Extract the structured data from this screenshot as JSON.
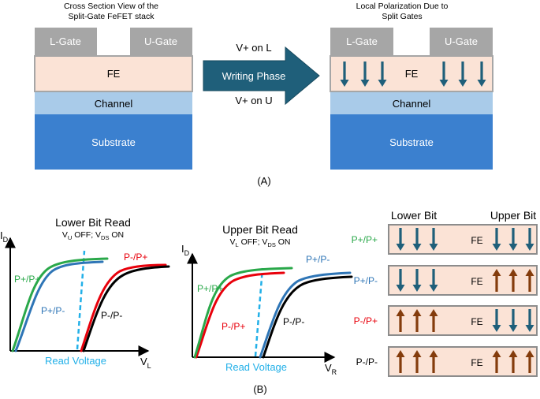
{
  "panel_a": {
    "left_title_line1": "Cross Section View of the",
    "left_title_line2": "Split-Gate FeFET stack",
    "right_title_line1": "Local Polarization Due to",
    "right_title_line2": "Split Gates",
    "lgate": "L-Gate",
    "ugate": "U-Gate",
    "fe": "FE",
    "channel": "Channel",
    "substrate": "Substrate",
    "arrow_label": "Writing Phase",
    "arrow_top_text": "V+ on L",
    "arrow_bottom_text": "V+ on U",
    "caption": "(A)"
  },
  "panel_b": {
    "caption": "(B)",
    "lower_plot": {
      "title": "Lower Bit Read",
      "cond_v": "V",
      "cond_sub1": "U",
      "cond_mid": " OFF; V",
      "cond_sub2": "DS",
      "cond_end": " ON",
      "ylabel_main": "I",
      "ylabel_sub": "D",
      "xlabel_main": "V",
      "xlabel_sub": "L",
      "read_voltage": "Read Voltage",
      "curve_labels": [
        "P+/P+",
        "P+/P-",
        "P-/P+",
        "P-/P-"
      ]
    },
    "upper_plot": {
      "title": "Upper Bit Read",
      "cond_v": "V",
      "cond_sub1": "L",
      "cond_mid": " OFF; V",
      "cond_sub2": "DS",
      "cond_end": " ON",
      "ylabel_main": "I",
      "ylabel_sub": "D",
      "xlabel_main": "V",
      "xlabel_sub": "R",
      "read_voltage": "Read Voltage",
      "curve_labels": [
        "P+/P-",
        "P+/P+",
        "P-/P+",
        "P-/P-"
      ]
    },
    "states": {
      "lower_bit_header": "Lower Bit",
      "upper_bit_header": "Upper Bit",
      "fe": "FE",
      "rows": [
        {
          "label": "P+/P+",
          "lower": "down",
          "upper": "down"
        },
        {
          "label": "P+/P-",
          "lower": "down",
          "upper": "up"
        },
        {
          "label": "P-/P+",
          "lower": "up",
          "upper": "down"
        },
        {
          "label": "P-/P-",
          "lower": "up",
          "upper": "up"
        }
      ]
    }
  },
  "colors": {
    "gate": "#a6a6a6",
    "fe": "#fbe3d6",
    "channel": "#a9cbe9",
    "substrate": "#3b80cf",
    "pol_blue": "#1f5f7a",
    "pol_brown": "#843c0c",
    "green": "#2aa84a",
    "blue": "#2e75b6",
    "red": "#e8000b",
    "black": "#000000",
    "dashed": "#22b0e8"
  }
}
